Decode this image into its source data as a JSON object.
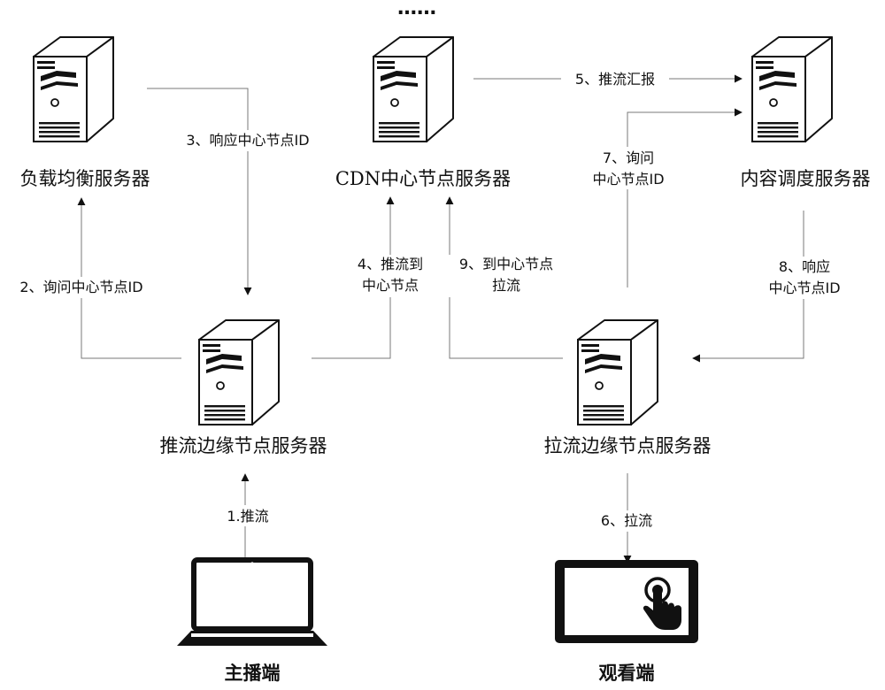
{
  "ellipsis": "……",
  "nodes": {
    "load_balancer": "负载均衡服务器",
    "cdn_center": "CDN中心节点服务器",
    "content_scheduler": "内容调度服务器",
    "push_edge": "推流边缘节点服务器",
    "pull_edge": "拉流边缘节点服务器",
    "broadcaster": "主播端",
    "viewer": "观看端"
  },
  "edges": {
    "e1": [
      "1.推流"
    ],
    "e2": [
      "2、询问中心节点ID"
    ],
    "e3": [
      "3、响应中心节点ID"
    ],
    "e4": [
      "4、推流到",
      "中心节点"
    ],
    "e5": [
      "5、推流汇报"
    ],
    "e6": [
      "6、拉流"
    ],
    "e7": [
      "7、询问",
      "中心节点ID"
    ],
    "e8": [
      "8、响应",
      "中心节点ID"
    ],
    "e9": [
      "9、到中心节点",
      "拉流"
    ]
  }
}
